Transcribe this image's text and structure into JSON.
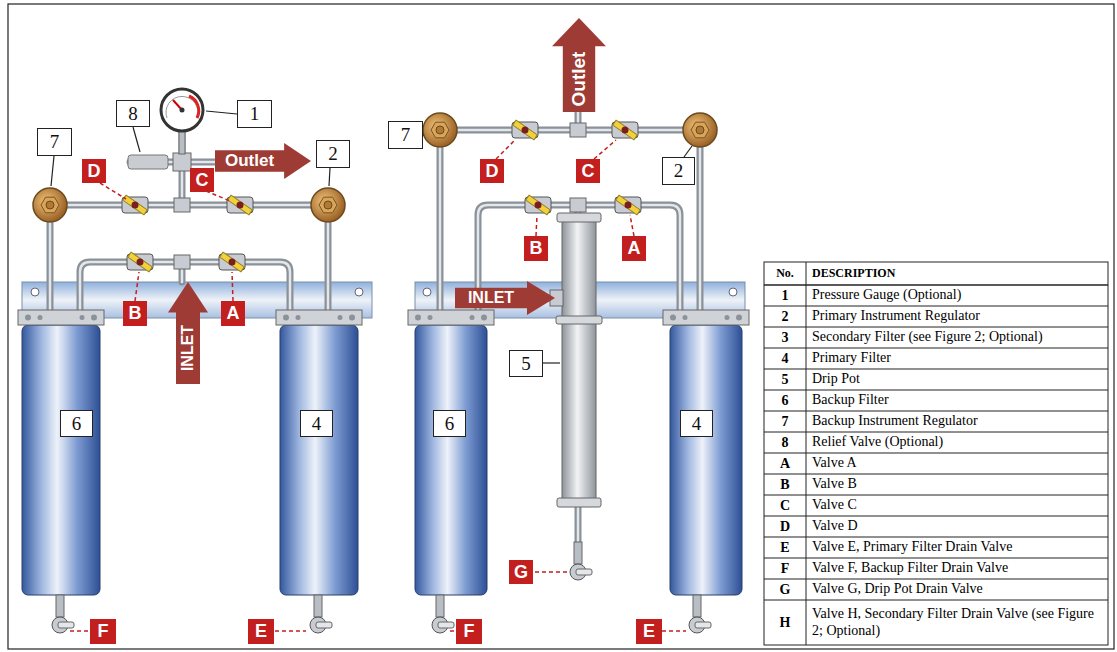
{
  "diagram": {
    "nodes": [
      {
        "text": [
          "Outlet"
        ]
      },
      {
        "text": [
          "INLET"
        ]
      },
      {
        "text": [
          "Outlet"
        ]
      },
      {
        "text": [
          "INLET"
        ]
      }
    ],
    "labels": [
      "8",
      "1",
      "7",
      "2",
      "D",
      "C",
      "B",
      "A",
      "6",
      "4",
      "F",
      "E",
      "7",
      "D",
      "C",
      "2",
      "B",
      "A",
      "5",
      "6",
      "4",
      "G",
      "F",
      "E",
      "No.",
      "DESCRIPTION",
      "1",
      "Pressure Gauge (Optional)",
      "2",
      "Primary Instrument Regulator",
      "3",
      "Secondary Filter (see Figure 2; Optional)",
      "4",
      "Primary Filter",
      "5",
      "Drip Pot",
      "6",
      "Backup Filter",
      "7",
      "Backup Instrument Regulator",
      "8",
      "Relief Valve (Optional)",
      "A",
      "Valve A",
      "B",
      "Valve B",
      "C",
      "Valve C",
      "D",
      "Valve D",
      "E",
      "Valve E, Primary Filter Drain Valve",
      "F",
      "Valve F, Backup Filter Drain Valve",
      "G",
      "Valve G, Drip Pot Drain Valve",
      "H",
      "Valve H, Secondary Filter Drain Valve (see Figure 2; Optional)"
    ]
  }
}
